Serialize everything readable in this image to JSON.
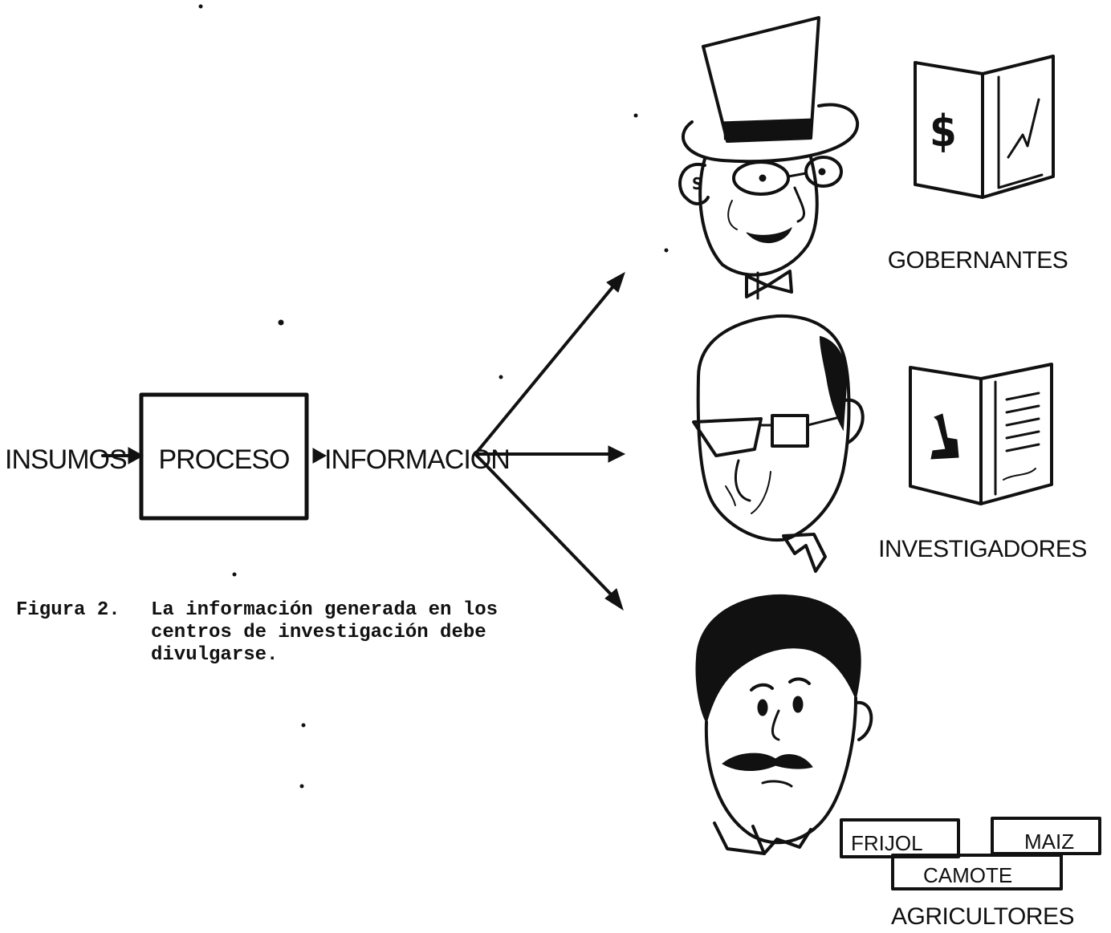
{
  "flow": {
    "input_label": "INSUMOS",
    "process_label": "PROCESO",
    "output_label": "INFORMACION"
  },
  "audiences": {
    "governors": {
      "label": "GOBERNANTES",
      "book_left_symbol": "$"
    },
    "researchers": {
      "label": "INVESTIGADORES"
    },
    "farmers": {
      "label": "AGRICULTORES",
      "crops": [
        "FRIJOL",
        "MAIZ",
        "CAMOTE"
      ]
    }
  },
  "caption": {
    "figure_number": "Figura 2.",
    "lines": [
      "La información generada en los",
      "centros de investigación debe",
      "divulgarse."
    ]
  }
}
